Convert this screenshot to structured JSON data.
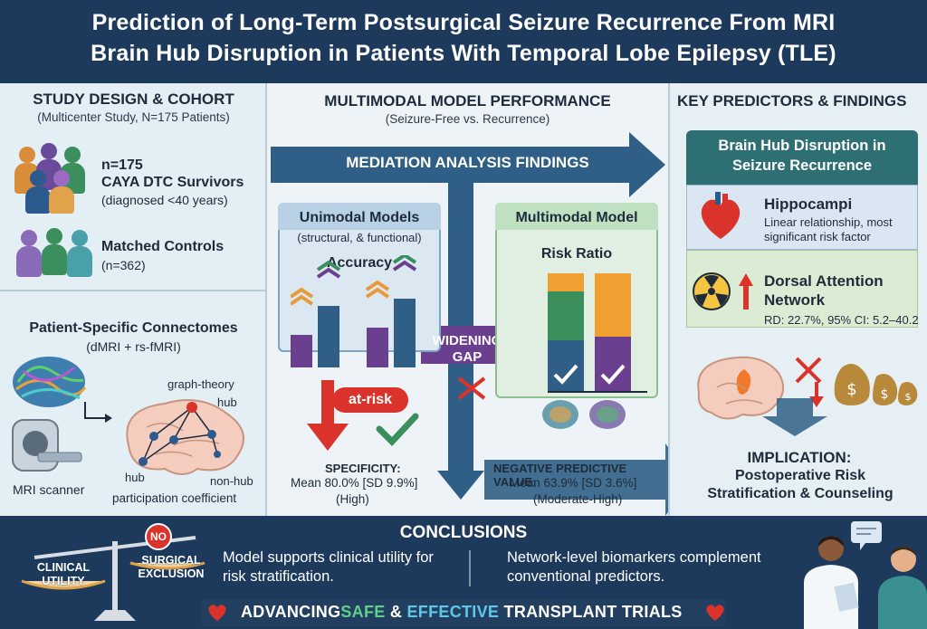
{
  "header": {
    "title_line1": "Prediction of Long-Term Postsurgical Seizure Recurrence From MRI",
    "title_line2": "Brain Hub Disruption in Patients With Temporal Lobe Epilepsy (TLE)"
  },
  "left": {
    "title": "STUDY DESIGN & COHORT",
    "subtitle": "(Multicenter Study, N=175 Patients)",
    "cohort_n": "n=175",
    "cohort_name": "CAYA DTC Survivors",
    "cohort_note": "(diagnosed <40 years)",
    "controls_name": "Matched Controls",
    "controls_n": "(n=362)",
    "connectome_title": "Patient-Specific Connectomes",
    "connectome_sub": "(dMRI + rs-fMRI)",
    "label_graph": "graph-theory",
    "label_hub_top": "hub",
    "label_hub": "hub",
    "label_nonhub": "non-hub",
    "label_participation": "participation coefficient",
    "label_scanner": "MRI scanner"
  },
  "mid": {
    "title": "MULTIMODAL MODEL PERFORMANCE",
    "subtitle": "(Seizure-Free vs. Recurrence)",
    "mediation_label": "MEDIATION ANALYSIS FINDINGS",
    "unimodal_title": "Unimodal Models",
    "unimodal_sub": "(structural, & functional)",
    "accuracy_label": "Accuracy",
    "at_risk_label": "at-risk",
    "specificity_title": "SPECIFICITY:",
    "specificity_value": "Mean 80.0% [SD 9.9%]",
    "specificity_level": "(High)",
    "widening_gap": "WIDENING GAP",
    "multimodal_title": "Multimodal Model",
    "risk_ratio_label": "Risk Ratio",
    "npv_title": "NEGATIVE PREDICTIVE VALUE:",
    "npv_value": "Mean 63.9% [SD 3.6%]",
    "npv_level": "(Moderate-High)"
  },
  "right": {
    "title": "KEY PREDICTORS & FINDINGS",
    "hub_box_title": "Brain Hub Disruption in Seizure Recurrence",
    "hippocampi_title": "Hippocampi",
    "hippocampi_desc": "Linear relationship, most significant risk factor",
    "dan_title": "Dorsal Attention Network",
    "dan_stats": "RD: 22.7%, 95% CI: 5.2–40.2",
    "implication_title": "IMPLICATION:",
    "implication_text": "Postoperative Risk Stratification & Counseling"
  },
  "footer": {
    "conclusions_title": "CONCLUSIONS",
    "scale_left": "CLINICAL UTILITY",
    "scale_no": "NO",
    "scale_right": "SURGICAL EXCLUSION",
    "conclusion_1": "Model supports clinical utility for risk stratification.",
    "conclusion_2": "Network-level biomarkers complement conventional predictors.",
    "banner_part1": "ADVANCING",
    "banner_part2": "SAFE",
    "banner_part3": " & ",
    "banner_part4": "EFFECTIVE",
    "banner_part5": " TRANSPLANT TRIALS"
  },
  "colors": {
    "navy": "#1d3a5c",
    "teal": "#2e6f73",
    "green": "#3a8f5c",
    "purple": "#5b3a8c",
    "orange": "#f0a030",
    "red": "#d9332b",
    "blue": "#2d5a8c",
    "yellow_accent": "#f5c542"
  }
}
